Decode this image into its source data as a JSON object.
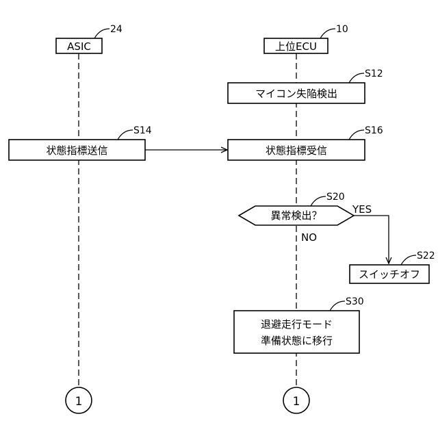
{
  "asic": {
    "label": "ASIC",
    "ref": "24"
  },
  "ecu": {
    "label": "上位ECU",
    "ref": "10"
  },
  "steps": {
    "s12": {
      "ref": "S12",
      "label": "マイコン失陥検出"
    },
    "s14": {
      "ref": "S14",
      "label": "状態指標送信"
    },
    "s16": {
      "ref": "S16",
      "label": "状態指標受信"
    },
    "s20": {
      "ref": "S20",
      "label": "異常検出？",
      "yes": "YES",
      "no": "NO"
    },
    "s22": {
      "ref": "S22",
      "label": "スイッチオフ"
    },
    "s30": {
      "ref": "S30",
      "line1": "退避走行モード",
      "line2": "準備状態に移行"
    }
  },
  "connectors": {
    "left": "1",
    "right": "1"
  }
}
